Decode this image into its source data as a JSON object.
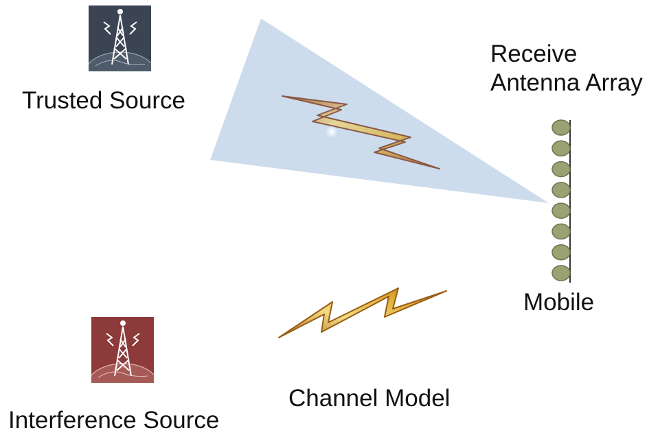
{
  "diagram": {
    "trusted_source": {
      "label": "Trusted Source",
      "icon": "radio-tower-icon",
      "color": "#3a4453"
    },
    "interference_source": {
      "label": "Interference Source",
      "icon": "radio-tower-icon",
      "color": "#8c3a3a"
    },
    "receiver": {
      "label_line1": "Receive",
      "label_line2": "Antenna Array",
      "element_count": 8,
      "element_color": "#9aa273"
    },
    "mobile": {
      "label": "Mobile"
    },
    "channel": {
      "label": "Channel Model"
    },
    "beam": {
      "color": "#cddced"
    },
    "signal": {
      "icon": "lightning-bolt-icon",
      "color": "#d7a24a"
    }
  }
}
